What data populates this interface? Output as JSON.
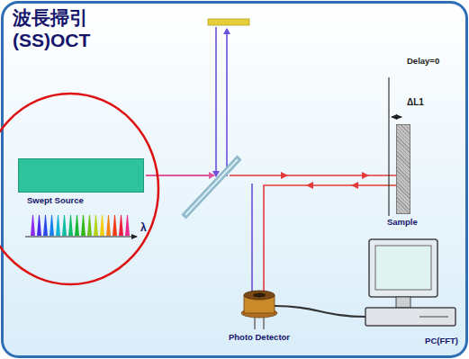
{
  "diagram": {
    "title": "波長掃引 (SS)OCT",
    "nodes": [
      {
        "text": [
          "Swept Source"
        ]
      },
      {
        "text": [
          "Sample"
        ]
      },
      {
        "text": [
          "Photo Detector"
        ]
      },
      {
        "text": [
          "PC(FFT)"
        ]
      }
    ],
    "edges": [
      {
        "from": 2,
        "to": 3,
        "arrow": "none"
      }
    ],
    "labels": [
      "Delay=0",
      "ΔL1",
      "λ"
    ]
  }
}
